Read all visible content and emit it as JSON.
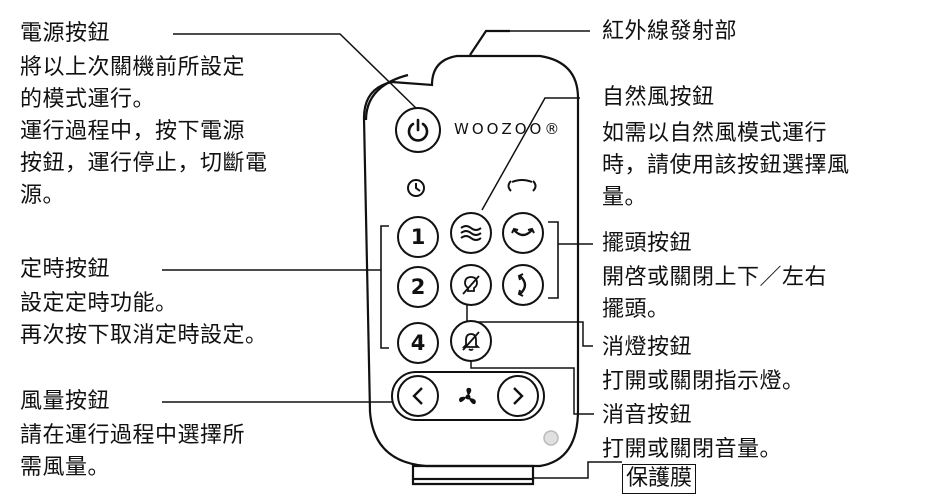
{
  "labels": {
    "power": {
      "title": "電源按鈕",
      "desc": [
        "將以上次關機前所設定",
        "的模式運行。",
        "運行過程中，按下電源",
        "按鈕，運行停止，切斷電",
        "源。"
      ]
    },
    "timer": {
      "title": "定時按鈕",
      "desc": [
        "設定定時功能。",
        "再次按下取消定時設定。"
      ]
    },
    "fan_speed": {
      "title": "風量按鈕",
      "desc": [
        "請在運行過程中選擇所",
        "需風量。"
      ]
    },
    "ir_emitter": {
      "title": "紅外線發射部"
    },
    "natural_wind": {
      "title": "自然風按鈕",
      "desc": [
        "如需以自然風模式運行",
        "時，請使用該按鈕選擇風",
        "量。"
      ]
    },
    "swing": {
      "title": "擺頭按鈕",
      "desc": [
        "開啓或關閉上下／左右",
        "擺頭。"
      ]
    },
    "light_off": {
      "title": "消燈按鈕",
      "desc": [
        "打開或關閉指示燈。"
      ]
    },
    "mute": {
      "title": "消音按鈕",
      "desc": [
        "打開或關閉音量。"
      ]
    },
    "protective_film": {
      "title": "保護膜"
    }
  },
  "remote": {
    "brand": "WOOZOO®",
    "timer_buttons": [
      "1",
      "2",
      "4"
    ]
  }
}
